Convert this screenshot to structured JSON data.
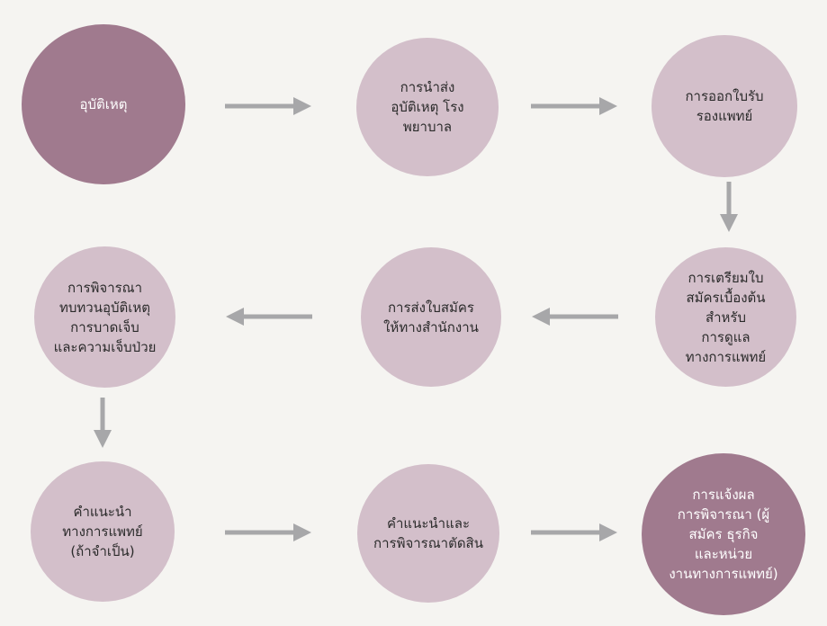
{
  "colors": {
    "background": "#f5f4f1",
    "node_light": "#d3bfca",
    "node_dark": "#a07a8e",
    "arrow": "#a7a7a9"
  },
  "nodes": [
    {
      "id": "accident",
      "style": "dark",
      "label": "อุบัติเหตุ"
    },
    {
      "id": "hospital-transfer",
      "style": "light",
      "label": "การนำส่ง\nอุบัติเหตุ โรง\nพยาบาล"
    },
    {
      "id": "medical-certificate",
      "style": "light",
      "label": "การออกใบรับ\nรองแพทย์"
    },
    {
      "id": "prepare-application",
      "style": "light",
      "label": "การเตรียมใบ\nสมัครเบื้องต้นสำหรับ\nการดูแล\nทางการแพทย์"
    },
    {
      "id": "submit-application",
      "style": "light",
      "label": "การส่งใบสมัคร\nให้ทางสำนักงาน"
    },
    {
      "id": "review-accident",
      "style": "light",
      "label": "การพิจารณา\nทบทวนอุบัติเหตุ\nการบาดเจ็บ\nและความเจ็บป่วย"
    },
    {
      "id": "medical-advice",
      "style": "light",
      "label": "คำแนะนำ\nทางการแพทย์\n(ถ้าจำเป็น)"
    },
    {
      "id": "advice-decision",
      "style": "light",
      "label": "คำแนะนำและ\nการพิจารณาตัดสิน"
    },
    {
      "id": "notify-result",
      "style": "dark",
      "label": "การแจ้งผล\nการพิจารณา (ผู้\nสมัคร ธุรกิจ\nและหน่วย\nงานทางการแพทย์)"
    }
  ]
}
